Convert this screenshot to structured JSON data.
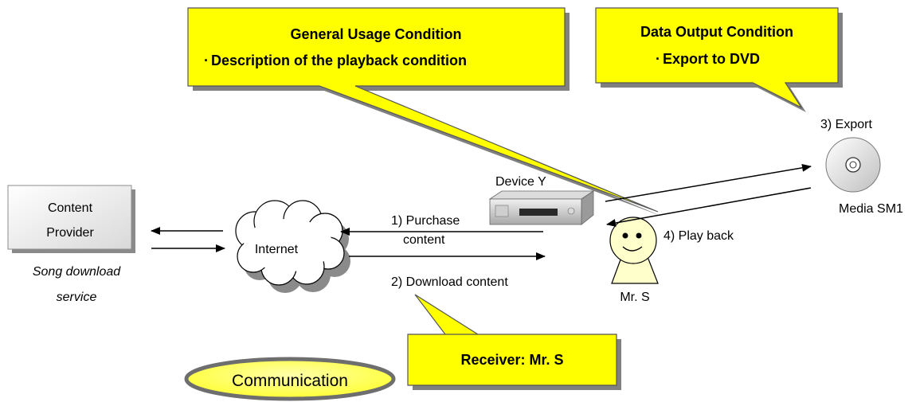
{
  "callouts": {
    "general_usage": {
      "title": "General Usage Condition",
      "item": "Description of the playback condition",
      "bullet": "·"
    },
    "data_output": {
      "title": "Data Output Condition",
      "item": "Export to DVD",
      "bullet": "·"
    },
    "receiver": {
      "title": "Receiver: Mr. S"
    }
  },
  "provider": {
    "line1": "Content",
    "line2": "Provider",
    "caption_line1": "Song download",
    "caption_line2": "service"
  },
  "internet": {
    "label": "Internet"
  },
  "device": {
    "label": "Device Y"
  },
  "media": {
    "label": "Media SM1"
  },
  "person": {
    "label": "Mr. S"
  },
  "steps": {
    "purchase_line1": "1) Purchase",
    "purchase_line2": "content",
    "download": "2) Download content",
    "export": "3) Export",
    "playback": "4) Play back"
  },
  "legend": {
    "label": "Communication"
  },
  "colors": {
    "callout_fill": "#ffff00",
    "bubble_fill": "#ffff66",
    "bubble_border": "#6e6e6e",
    "person_fill": "#ffffcc",
    "box_fill": "#eeeeee"
  }
}
